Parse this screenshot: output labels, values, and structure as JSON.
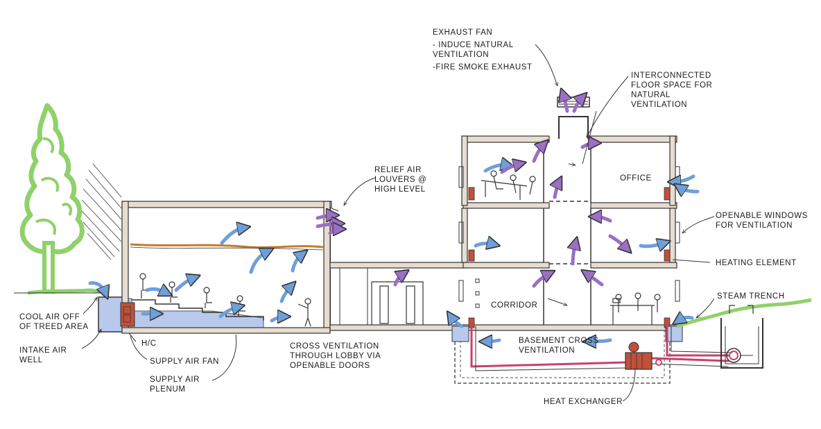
{
  "labels": {
    "exhaust_fan": {
      "title": "EXHAUST FAN",
      "line1": "- INDUCE NATURAL",
      "line2": "VENTILATION",
      "line3": "-FIRE SMOKE EXHAUST"
    },
    "interconnected": {
      "line1": "INTERCONNECTED",
      "line2": "FLOOR SPACE FOR",
      "line3": "NATURAL",
      "line4": "VENTILATION"
    },
    "relief_air": {
      "line1": "RELIEF AIR",
      "line2": "LOUVERS @",
      "line3": "HIGH LEVEL"
    },
    "office": "OFFICE",
    "openable_windows": {
      "line1": "OPENABLE WINDOWS",
      "line2": "FOR VENTILATION"
    },
    "heating_element": "HEATING ELEMENT",
    "steam_trench": "STEAM TRENCH",
    "corridor": "CORRIDOR",
    "cool_air": {
      "line1": "COOL AIR OFF",
      "line2": "OF TREED AREA"
    },
    "intake_air": {
      "line1": "INTAKE AIR",
      "line2": "WELL"
    },
    "hc": "H/C",
    "supply_fan": "SUPPLY AIR FAN",
    "supply_plenum": {
      "line1": "SUPPLY AIR",
      "line2": "PLENUM"
    },
    "cross_ventilation": {
      "line1": "CROSS VENTILATION",
      "line2": "THROUGH LOBBY VIA",
      "line3": "OPENABLE DOORS"
    },
    "basement_cross": {
      "line1": "BASEMENT CROSS",
      "line2": "VENTILATION"
    },
    "heat_exchanger": "HEAT EXCHANGER"
  },
  "colors": {
    "fresh_air": "#6f9fd8",
    "exhaust_air": "#9b6fc4",
    "tree_green": "#8fd16a",
    "plenum_fill": "#b9c9ec",
    "heating": "#c0503a",
    "piping": "#c9406a",
    "wall": "#e6ddd0",
    "stage_band": "#c77a2a"
  }
}
